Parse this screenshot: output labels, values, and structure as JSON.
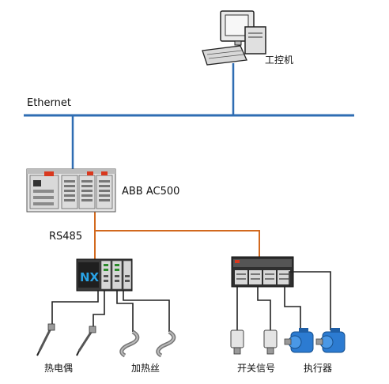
{
  "network": {
    "ethernet_label": "Ethernet",
    "rs485_label": "RS485",
    "ethernet_color": "#2f6db3",
    "rs485_color": "#d2691e",
    "wiring_color": "#222222"
  },
  "nodes": {
    "workstation": {
      "label": "工控机",
      "icon": "desktop-computer-icon"
    },
    "plc": {
      "label": "ABB AC500",
      "icon": "plc-rack-icon"
    },
    "nx_module": {
      "label": "NX",
      "icon": "io-module-icon"
    },
    "io_module": {
      "icon": "io-module-icon"
    }
  },
  "field_devices": {
    "thermocouple": {
      "label": "热电偶",
      "icon": "thermocouple-probe-icon"
    },
    "heater": {
      "label": "加热丝",
      "icon": "heating-coil-icon"
    },
    "switch_signal": {
      "label": "开关信号",
      "icon": "limit-switch-icon"
    },
    "actuator": {
      "label": "执行器",
      "icon": "electric-motor-icon"
    }
  }
}
